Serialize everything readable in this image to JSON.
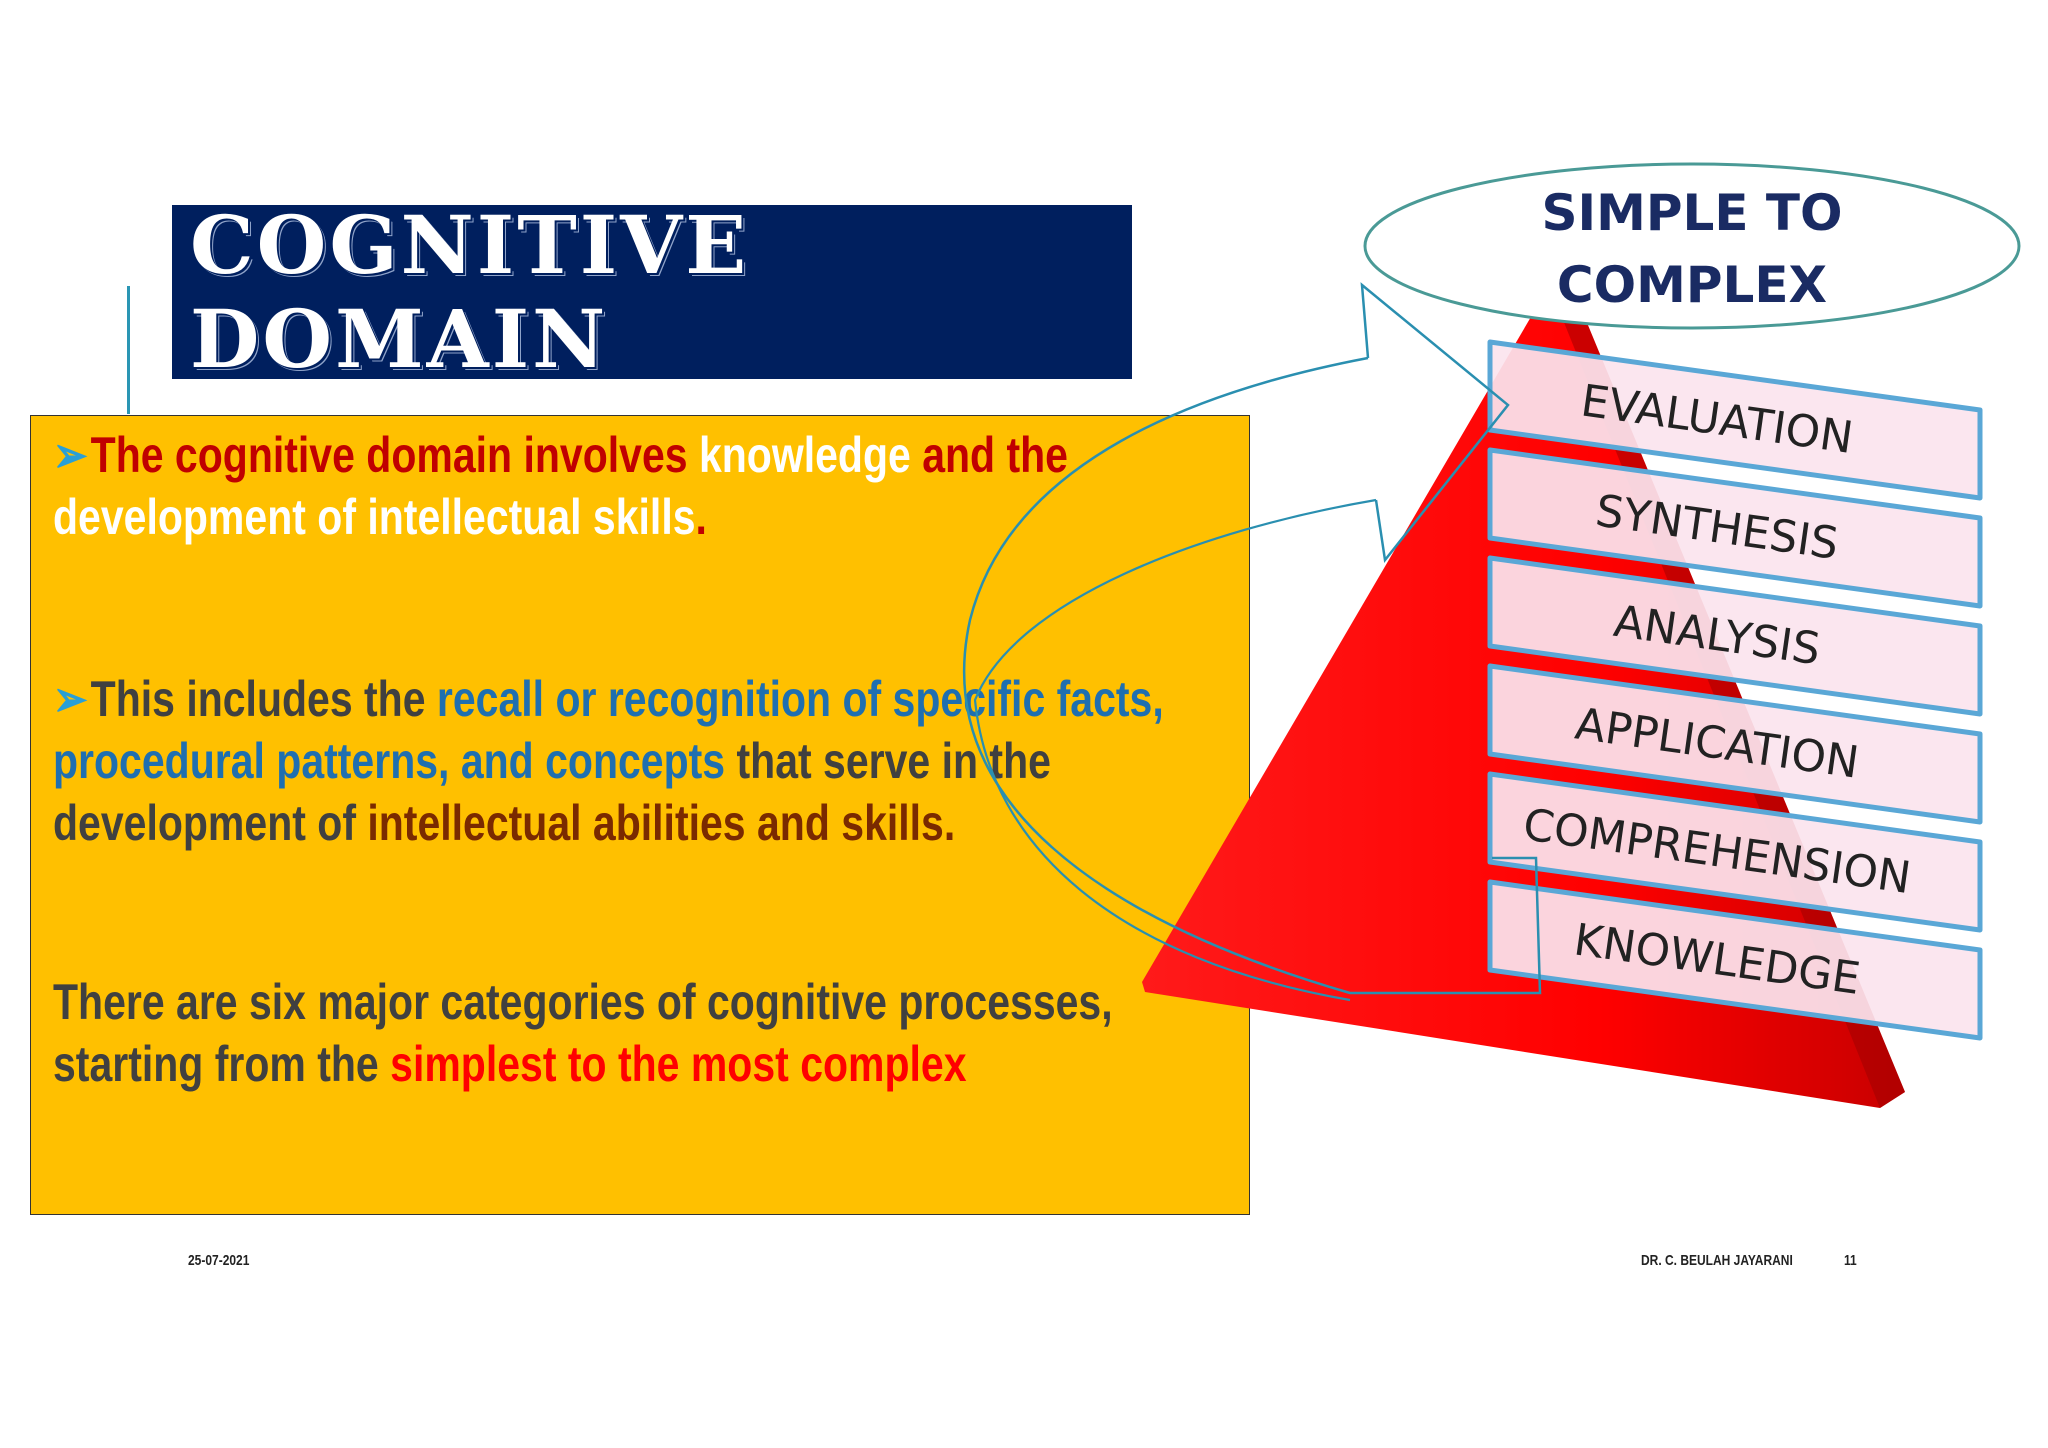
{
  "title": "COGNITIVE DOMAIN",
  "bullet_glyph": "➢",
  "para1": {
    "s1": "The cognitive domain involves ",
    "s2": "knowledge",
    "s3": " and the",
    "s4": "development of intellectual skills",
    "s5": "."
  },
  "para2": {
    "s1": "This includes the ",
    "s2": "recall or recognition of specific facts, procedural patterns, and concepts",
    "s3": " that serve in the development of ",
    "s4": "intellectual abilities and skills."
  },
  "para3": {
    "s1": "There are six major categories of cognitive processes, starting from the ",
    "s2": "simplest to the most complex"
  },
  "ellipse": {
    "line1": "SIMPLE TO",
    "line2": "COMPLEX"
  },
  "levels": [
    "EVALUATION",
    "SYNTHESIS",
    "ANALYSIS",
    "APPLICATION",
    "COMPREHENSION",
    "KNOWLEDGE"
  ],
  "footer": {
    "date": "25-07-2021",
    "author": "DR. C. BEULAH JAYARANI",
    "page": "11"
  },
  "colors": {
    "title_bg": "#001f5e",
    "content_bg": "#ffc000",
    "pyramid": "#ff0000",
    "level_border": "#5aa7d6",
    "level_fill": "#fbe4ee",
    "arrow": "#2a8fb0"
  }
}
